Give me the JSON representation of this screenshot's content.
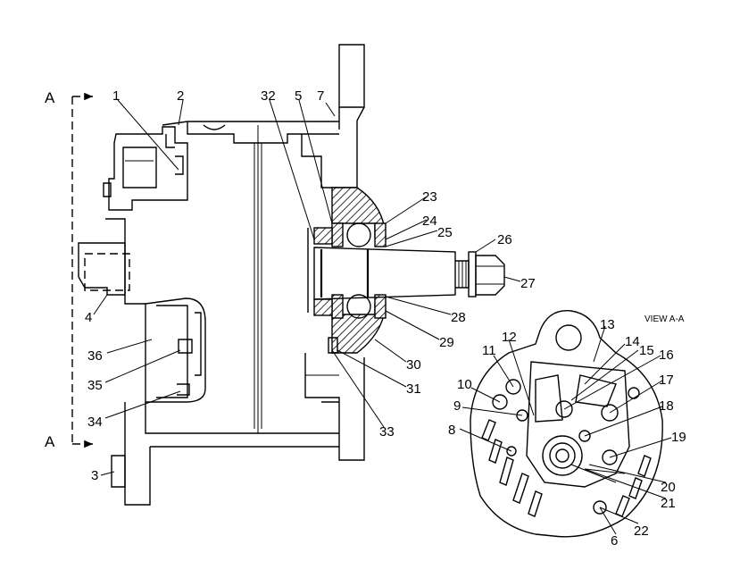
{
  "section_marks": {
    "top": "A",
    "bottom": "A"
  },
  "view_title": "VIEW A-A",
  "callouts": {
    "n1": "1",
    "n2": "2",
    "n3": "3",
    "n4": "4",
    "n5": "5",
    "n6": "6",
    "n7": "7",
    "n8": "8",
    "n9": "9",
    "n10": "10",
    "n11": "11",
    "n12": "12",
    "n13": "13",
    "n14": "14",
    "n15": "15",
    "n16": "16",
    "n17": "17",
    "n18": "18",
    "n19": "19",
    "n20": "20",
    "n21": "21",
    "n22": "22",
    "n23": "23",
    "n24": "24",
    "n25": "25",
    "n26": "26",
    "n27": "27",
    "n28": "28",
    "n29": "29",
    "n30": "30",
    "n31": "31",
    "n32": "32",
    "n33": "33",
    "n34": "34",
    "n35": "35",
    "n36": "36"
  }
}
